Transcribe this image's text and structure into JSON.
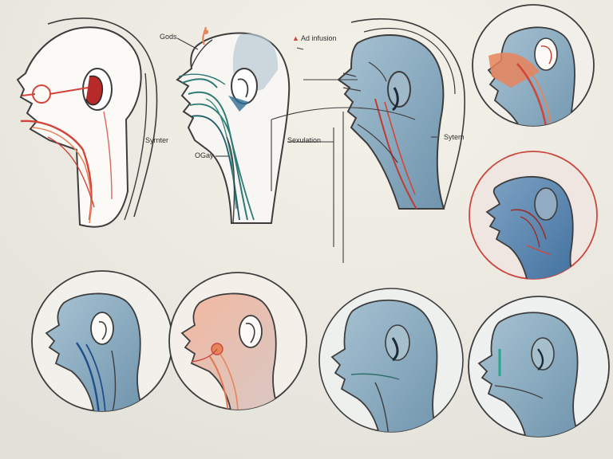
{
  "labels": {
    "gods": "Gods",
    "ad_infusion": "Ad infusion",
    "syrnter": "Syrnter",
    "ogay": "OGay",
    "sexulation": "Sexulation",
    "sytem": "Sytem"
  },
  "colors": {
    "background": "#ece9df",
    "outline": "#3d3d3d",
    "skin_blue": "#8fb0c4",
    "nerve_red": "#d2453a",
    "nerve_orange": "#e8845a",
    "nerve_teal": "#2f7a74",
    "nerve_navy": "#1f4f8c"
  }
}
